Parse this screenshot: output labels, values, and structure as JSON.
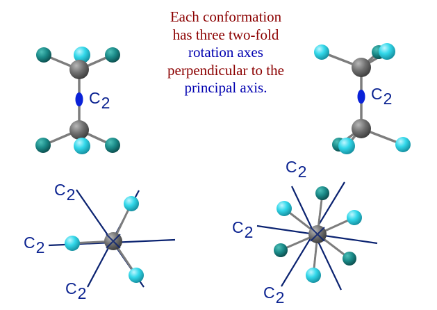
{
  "caption": {
    "lines": [
      {
        "text": "Each conformation",
        "color": "#8b0000"
      },
      {
        "text": "has three two-fold",
        "color": "#8b0000"
      },
      {
        "text": "rotation axes",
        "color": "#0000b0"
      },
      {
        "text": "perpendicular to the",
        "color": "#8b0000"
      },
      {
        "text": "principal axis.",
        "color": "#0000b0"
      }
    ]
  },
  "labels": {
    "c2_main": "C",
    "c2_sub": "2"
  },
  "colors": {
    "carbon": "#6f6f6f",
    "hydrogen_light": "#33d8ea",
    "hydrogen_dark": "#1a8a8a",
    "axis_line": "#0a2270",
    "principal_axis": "#0a22d8",
    "label_text": "#0a2290"
  }
}
